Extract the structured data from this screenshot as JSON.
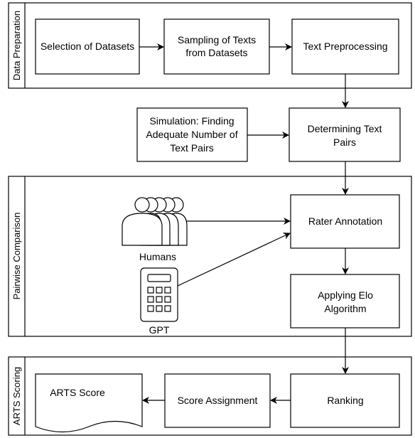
{
  "sections": {
    "data_preparation": "Data Preparation",
    "pairwise_comparison": "Pairwise Comparison",
    "arts_scoring": "ARTS Scoring"
  },
  "boxes": {
    "selection_of_datasets": "Selection of Datasets",
    "sampling_line1": "Sampling of Texts",
    "sampling_line2": "from Datasets",
    "text_preprocessing": "Text Preprocessing",
    "simulation_line1": "Simulation: Finding",
    "simulation_line2": "Adequate Number of",
    "simulation_line3": "Text Pairs",
    "determining_line1": "Determining Text",
    "determining_line2": "Pairs",
    "rater_annotation": "Rater Annotation",
    "elo_line1": "Applying Elo",
    "elo_line2": "Algorithm",
    "ranking": "Ranking",
    "score_assignment": "Score Assignment",
    "arts_score": "ARTS Score"
  },
  "labels": {
    "humans": "Humans",
    "gpt": "GPT"
  }
}
